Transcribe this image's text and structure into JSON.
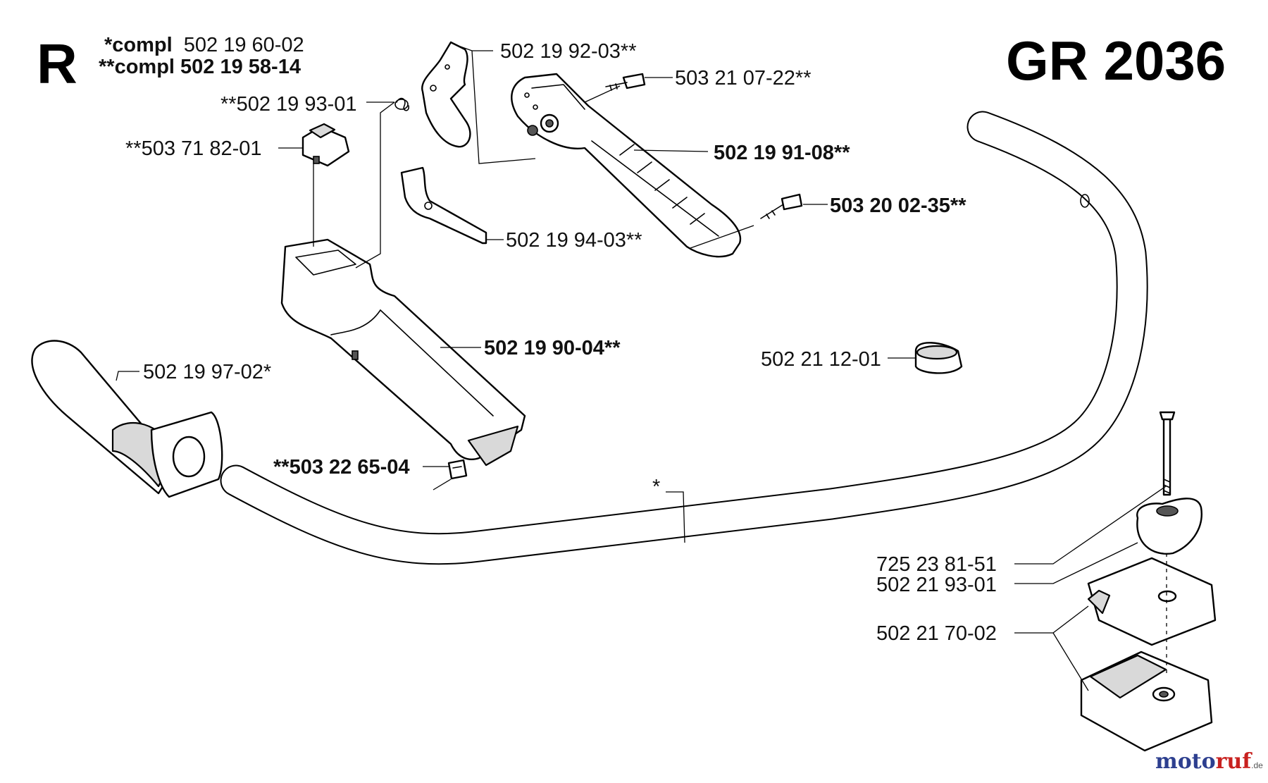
{
  "header": {
    "section_letter": "R",
    "model": "GR 2036",
    "compl_1": {
      "prefix": "*compl",
      "number": "502 19 60-02"
    },
    "compl_2": {
      "text": "**compl 502 19 58-14"
    }
  },
  "parts": [
    {
      "id": "p1",
      "label": "502 19 92-03**"
    },
    {
      "id": "p2",
      "label": "503 21 07-22**"
    },
    {
      "id": "p3",
      "label": "**502 19 93-01"
    },
    {
      "id": "p4",
      "label": "**503 71 82-01"
    },
    {
      "id": "p5",
      "label": "502 19 91-08**"
    },
    {
      "id": "p6",
      "label": "503 20 02-35**"
    },
    {
      "id": "p7",
      "label": "502 19 94-03**"
    },
    {
      "id": "p8",
      "label": "502 19 90-04**"
    },
    {
      "id": "p9",
      "label": "502 21 12-01"
    },
    {
      "id": "p10",
      "label": "502 19 97-02*"
    },
    {
      "id": "p11",
      "label": "**503 22 65-04"
    },
    {
      "id": "p12",
      "label": "*"
    },
    {
      "id": "p13",
      "label": "725 23 81-51"
    },
    {
      "id": "p14",
      "label": "502 21 93-01"
    },
    {
      "id": "p15",
      "label": "502 21 70-02"
    }
  ],
  "watermark": {
    "part_a": "moto",
    "part_b": "ruf",
    "suffix": ".de"
  }
}
